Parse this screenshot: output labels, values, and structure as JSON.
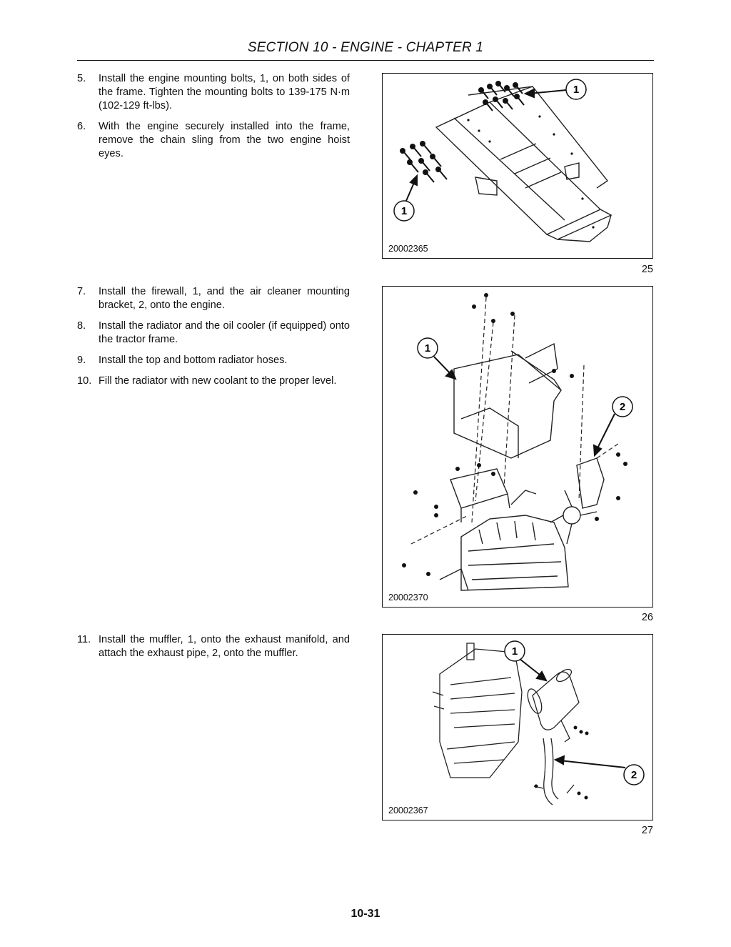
{
  "header": {
    "title": "SECTION 10 - ENGINE - CHAPTER 1"
  },
  "steps_group_1": [
    {
      "number": "5.",
      "text": "Install the engine mounting bolts, 1, on both sides of the frame. Tighten the mounting bolts to 139-175 N·m (102-129 ft-lbs)."
    },
    {
      "number": "6.",
      "text": "With the engine securely installed into the frame, remove the chain sling from the two engine hoist eyes."
    }
  ],
  "steps_group_2": [
    {
      "number": "7.",
      "text": "Install the firewall, 1, and the air cleaner mounting bracket, 2, onto the engine."
    },
    {
      "number": "8.",
      "text": "Install the radiator and the oil cooler (if equipped) onto the tractor frame."
    },
    {
      "number": "9.",
      "text": "Install the top and bottom radiator hoses."
    },
    {
      "number": "10.",
      "text": "Fill the radiator with new coolant to the proper level."
    }
  ],
  "steps_group_3": [
    {
      "number": "11.",
      "text": "Install the muffler, 1, onto the exhaust manifold, and attach the exhaust pipe, 2, onto the muffler."
    }
  ],
  "figures": [
    {
      "id": "20002365",
      "number": "25",
      "callouts": [
        "1",
        "1"
      ]
    },
    {
      "id": "20002370",
      "number": "26",
      "callouts": [
        "1",
        "2"
      ]
    },
    {
      "id": "20002367",
      "number": "27",
      "callouts": [
        "1",
        "2"
      ]
    }
  ],
  "footer": {
    "page_number": "10-31"
  }
}
